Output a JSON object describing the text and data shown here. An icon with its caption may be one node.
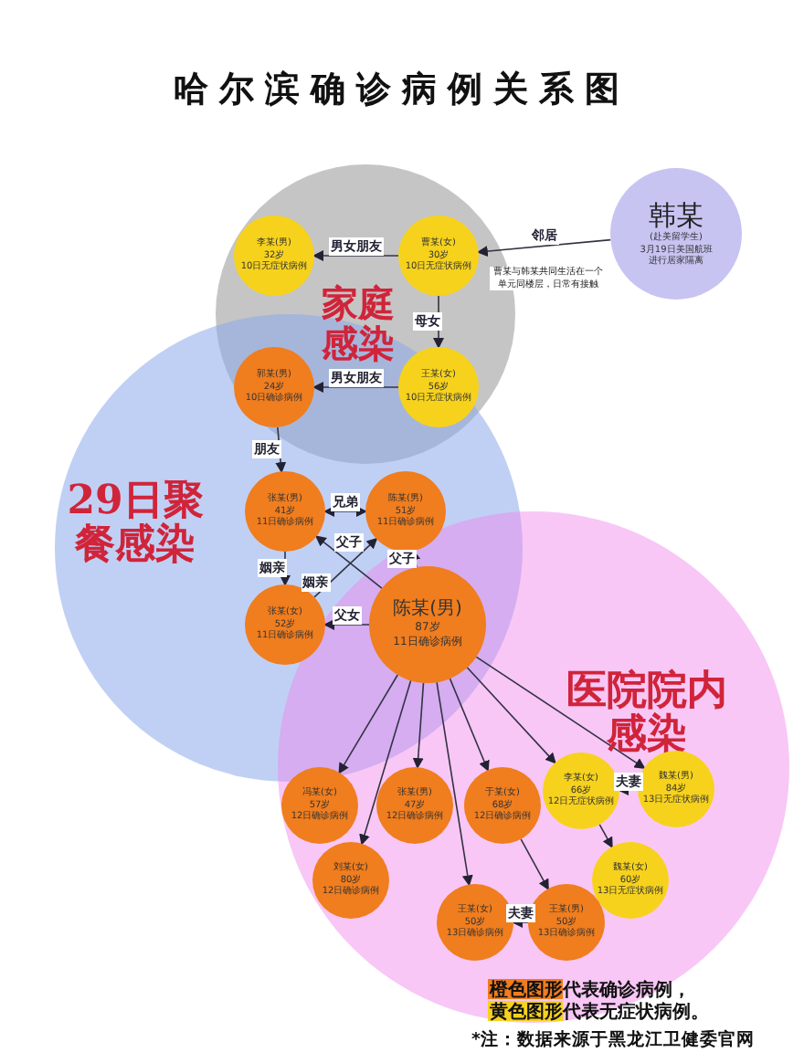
{
  "diagram": {
    "title": "哈尔滨确诊病例关系图",
    "nodes": [
      {
        "text": [
          "李某(男)",
          "32岁",
          "10日无症状病例"
        ]
      },
      {
        "text": [
          "曹某(女)",
          "30岁",
          "10日无症状病例"
        ]
      },
      {
        "text": [
          "韩某",
          "(赴美留学生)",
          "3月19日美国航班",
          "进行居家隔离"
        ]
      },
      {
        "text": [
          "郭某(男)",
          "24岁",
          "10日确诊病例"
        ]
      },
      {
        "text": [
          "王某(女)",
          "56岁",
          "10日无症状病例"
        ]
      },
      {
        "text": [
          "张某(男)",
          "41岁",
          "11日确诊病例"
        ]
      },
      {
        "text": [
          "陈某(男)",
          "51岁",
          "11日确诊病例"
        ]
      },
      {
        "text": [
          "张某(女)",
          "52岁",
          "11日确诊病例"
        ]
      },
      {
        "text": [
          "陈某(男)",
          "87岁",
          "11日确诊病例"
        ]
      },
      {
        "text": [
          "冯某(女)",
          "57岁",
          "12日确诊病例"
        ]
      },
      {
        "text": [
          "张某(男)",
          "47岁",
          "12日确诊病例"
        ]
      },
      {
        "text": [
          "于某(女)",
          "68岁",
          "12日确诊病例"
        ]
      },
      {
        "text": [
          "李某(女)",
          "66岁",
          "12日无症状病例"
        ]
      },
      {
        "text": [
          "魏某(男)",
          "84岁",
          "13日无症状病例"
        ]
      },
      {
        "text": [
          "刘某(女)",
          "80岁",
          "12日确诊病例"
        ]
      },
      {
        "text": [
          "魏某(女)",
          "60岁",
          "13日无症状病例"
        ]
      },
      {
        "text": [
          "王某(女)",
          "50岁",
          "13日确诊病例"
        ]
      },
      {
        "text": [
          "王某(男)",
          "50岁",
          "13日确诊病例"
        ]
      }
    ],
    "edges": [
      {
        "from": 1,
        "to": 0,
        "arrow": "to",
        "label": "男女朋友"
      },
      {
        "from": 2,
        "to": 1,
        "arrow": "to",
        "label": "邻居"
      },
      {
        "from": 1,
        "to": 4,
        "arrow": "to",
        "label": "母女"
      },
      {
        "from": 4,
        "to": 3,
        "arrow": "to",
        "label": "男女朋友"
      },
      {
        "from": 3,
        "to": 5,
        "arrow": "to",
        "label": "朋友"
      },
      {
        "from": 5,
        "to": 6,
        "arrow": "both",
        "label": "兄弟"
      },
      {
        "from": 5,
        "to": 7,
        "arrow": "to",
        "label": "姻亲"
      },
      {
        "from": 7,
        "to": 6,
        "arrow": "to",
        "label": "姻亲"
      },
      {
        "from": 8,
        "to": 5,
        "arrow": "to",
        "label": "父子"
      },
      {
        "from": 8,
        "to": 6,
        "arrow": "to",
        "label": "父子"
      },
      {
        "from": 8,
        "to": 7,
        "arrow": "to",
        "label": "父女"
      },
      {
        "from": 8,
        "to": 9,
        "arrow": "to"
      },
      {
        "from": 8,
        "to": 14,
        "arrow": "to"
      },
      {
        "from": 8,
        "to": 10,
        "arrow": "to"
      },
      {
        "from": 8,
        "to": 16,
        "arrow": "to"
      },
      {
        "from": 8,
        "to": 11,
        "arrow": "to"
      },
      {
        "from": 8,
        "to": 12,
        "arrow": "to"
      },
      {
        "from": 8,
        "to": 13,
        "arrow": "to"
      },
      {
        "from": 11,
        "to": 17,
        "arrow": "to"
      },
      {
        "from": 17,
        "to": 16,
        "arrow": "to",
        "label": "夫妻"
      },
      {
        "from": 13,
        "to": 12,
        "arrow": "to",
        "label": "夫妻"
      },
      {
        "from": 12,
        "to": 15,
        "arrow": "to"
      }
    ],
    "labels": [
      "家庭感染",
      "29日聚餐感染",
      "医院院内感染",
      "曹某与韩某共同生活在一个单元同楼层，日常有接触",
      "*注：数据来源于黑龙江卫健委官网"
    ],
    "legend": [
      {
        "text": "橙色图形代表确诊病例，",
        "color": "#f07d1e"
      },
      {
        "text": "黄色图形代表无症状病例。",
        "color": "#f7d21c"
      }
    ]
  }
}
